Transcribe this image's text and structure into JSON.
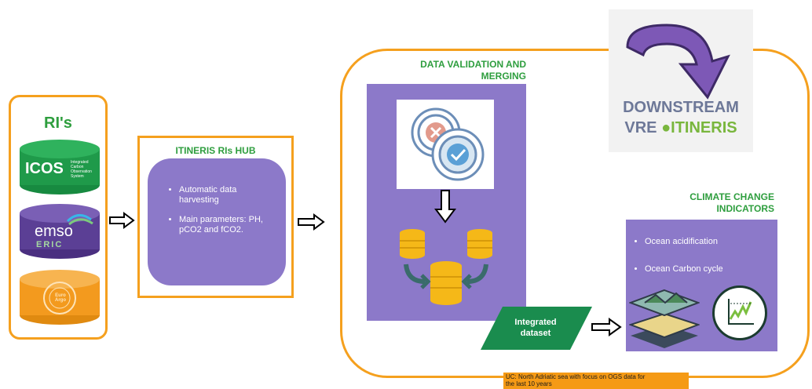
{
  "ri": {
    "title": "RI's",
    "logos": [
      {
        "name": "ICOS",
        "subtitle": "Integrated Carbon Observation System",
        "color": "#1f9a4a"
      },
      {
        "name": "emso",
        "subtitle": "ERIC",
        "color": "#5b3f95"
      },
      {
        "name": "Euro Argo",
        "subtitle": "",
        "color": "#f39a1e"
      }
    ]
  },
  "hub": {
    "title": "ITINERIS RIs HUB",
    "bullets": [
      "Automatic data harvesting",
      "Main parameters: PH, pCO2 and fCO2."
    ]
  },
  "validation": {
    "title_line1": "DATA VALIDATION AND",
    "title_line2": "MERGING"
  },
  "downstream": {
    "line1": "DOWNSTREAM",
    "line2": "VRE",
    "brand": "ITINERIS"
  },
  "climate": {
    "title_line1": "CLIMATE CHANGE",
    "title_line2": "INDICATORS",
    "bullets": [
      "Ocean acidification",
      "Ocean Carbon cycle"
    ]
  },
  "dataset": {
    "line1": "Integrated",
    "line2": "dataset"
  },
  "uc": {
    "text_line1": "UC: North Adriatic sea with focus on OGS data for",
    "text_line2": "the last 10 years"
  },
  "colors": {
    "orange": "#f5a01e",
    "green_title": "#2e9e3e",
    "purple": "#8c79c9",
    "dataset_green": "#1a8c4e",
    "uc_bg": "#f59a15"
  }
}
